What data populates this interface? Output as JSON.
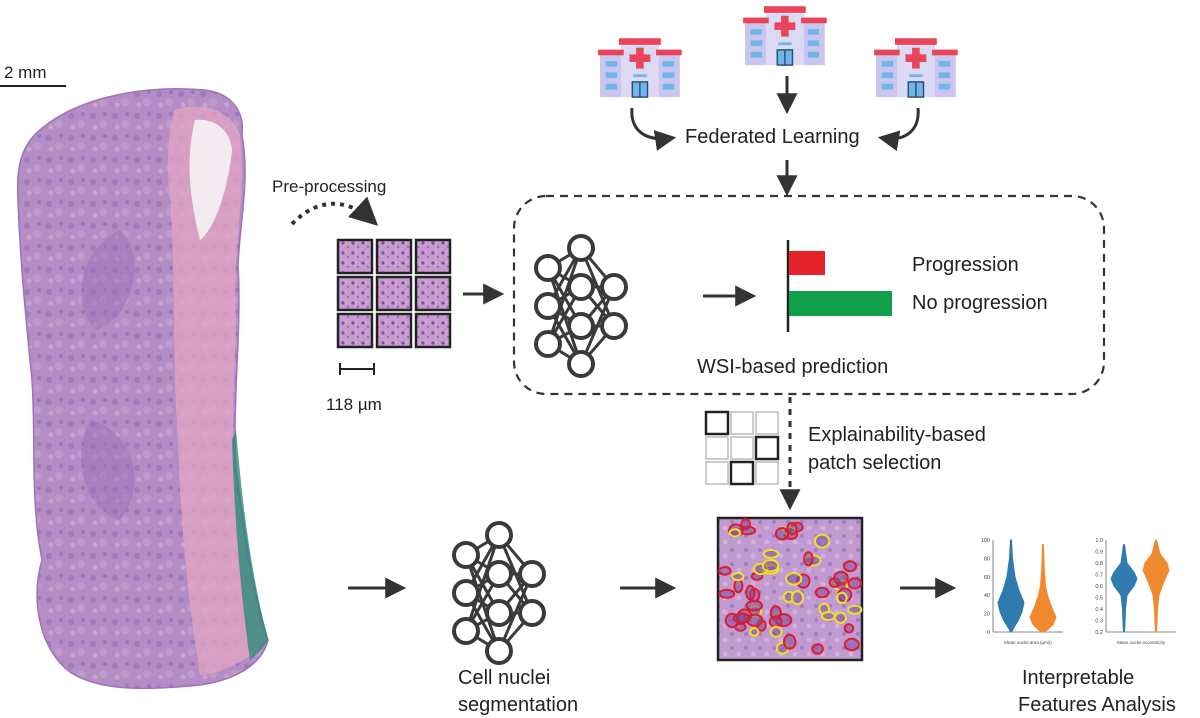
{
  "scale_bar": {
    "label": "2 mm"
  },
  "preprocessing": {
    "label": "Pre-processing",
    "patch_scale_label": "118 µm"
  },
  "federated": {
    "label": "Federated Learning",
    "hospital_icon": "hospital-icon"
  },
  "prediction": {
    "label": "WSI-based prediction",
    "classes": [
      {
        "name": "Progression",
        "value": 0.3,
        "color": "#e8242b",
        "text_color": "#aaaaaa"
      },
      {
        "name": "No progression",
        "value": 0.82,
        "color": "#10a04a",
        "text_color": "#222222"
      }
    ]
  },
  "explainability": {
    "line1": "Explainability-based",
    "line2": "patch selection"
  },
  "segmentation": {
    "line1": "Cell nuclei",
    "line2": "segmentation"
  },
  "features": {
    "line1": "Interpretable",
    "line2": "Features Analysis",
    "plot1": {
      "xlabel": "Mean nuclei area (µm2)",
      "yticks": [
        "0",
        "20",
        "40",
        "60",
        "80",
        "100"
      ],
      "colors": [
        "#2f7bb0",
        "#ef8a2f"
      ]
    },
    "plot2": {
      "xlabel": "Mean nuclei eccentricity",
      "yticks": [
        "0.2",
        "0.3",
        "0.4",
        "0.5",
        "0.6",
        "0.7",
        "0.8",
        "0.9",
        "1.0"
      ],
      "colors": [
        "#2f7bb0",
        "#ef8a2f"
      ]
    }
  },
  "colors": {
    "arrow": "#333333",
    "tissue": "#b58bc4",
    "network": "#3a3a3a",
    "hospital_roof": "#e8455a",
    "hospital_body": "#c9c5ee",
    "nuclei_red": "#e11b2b",
    "nuclei_yellow": "#f0e020"
  }
}
